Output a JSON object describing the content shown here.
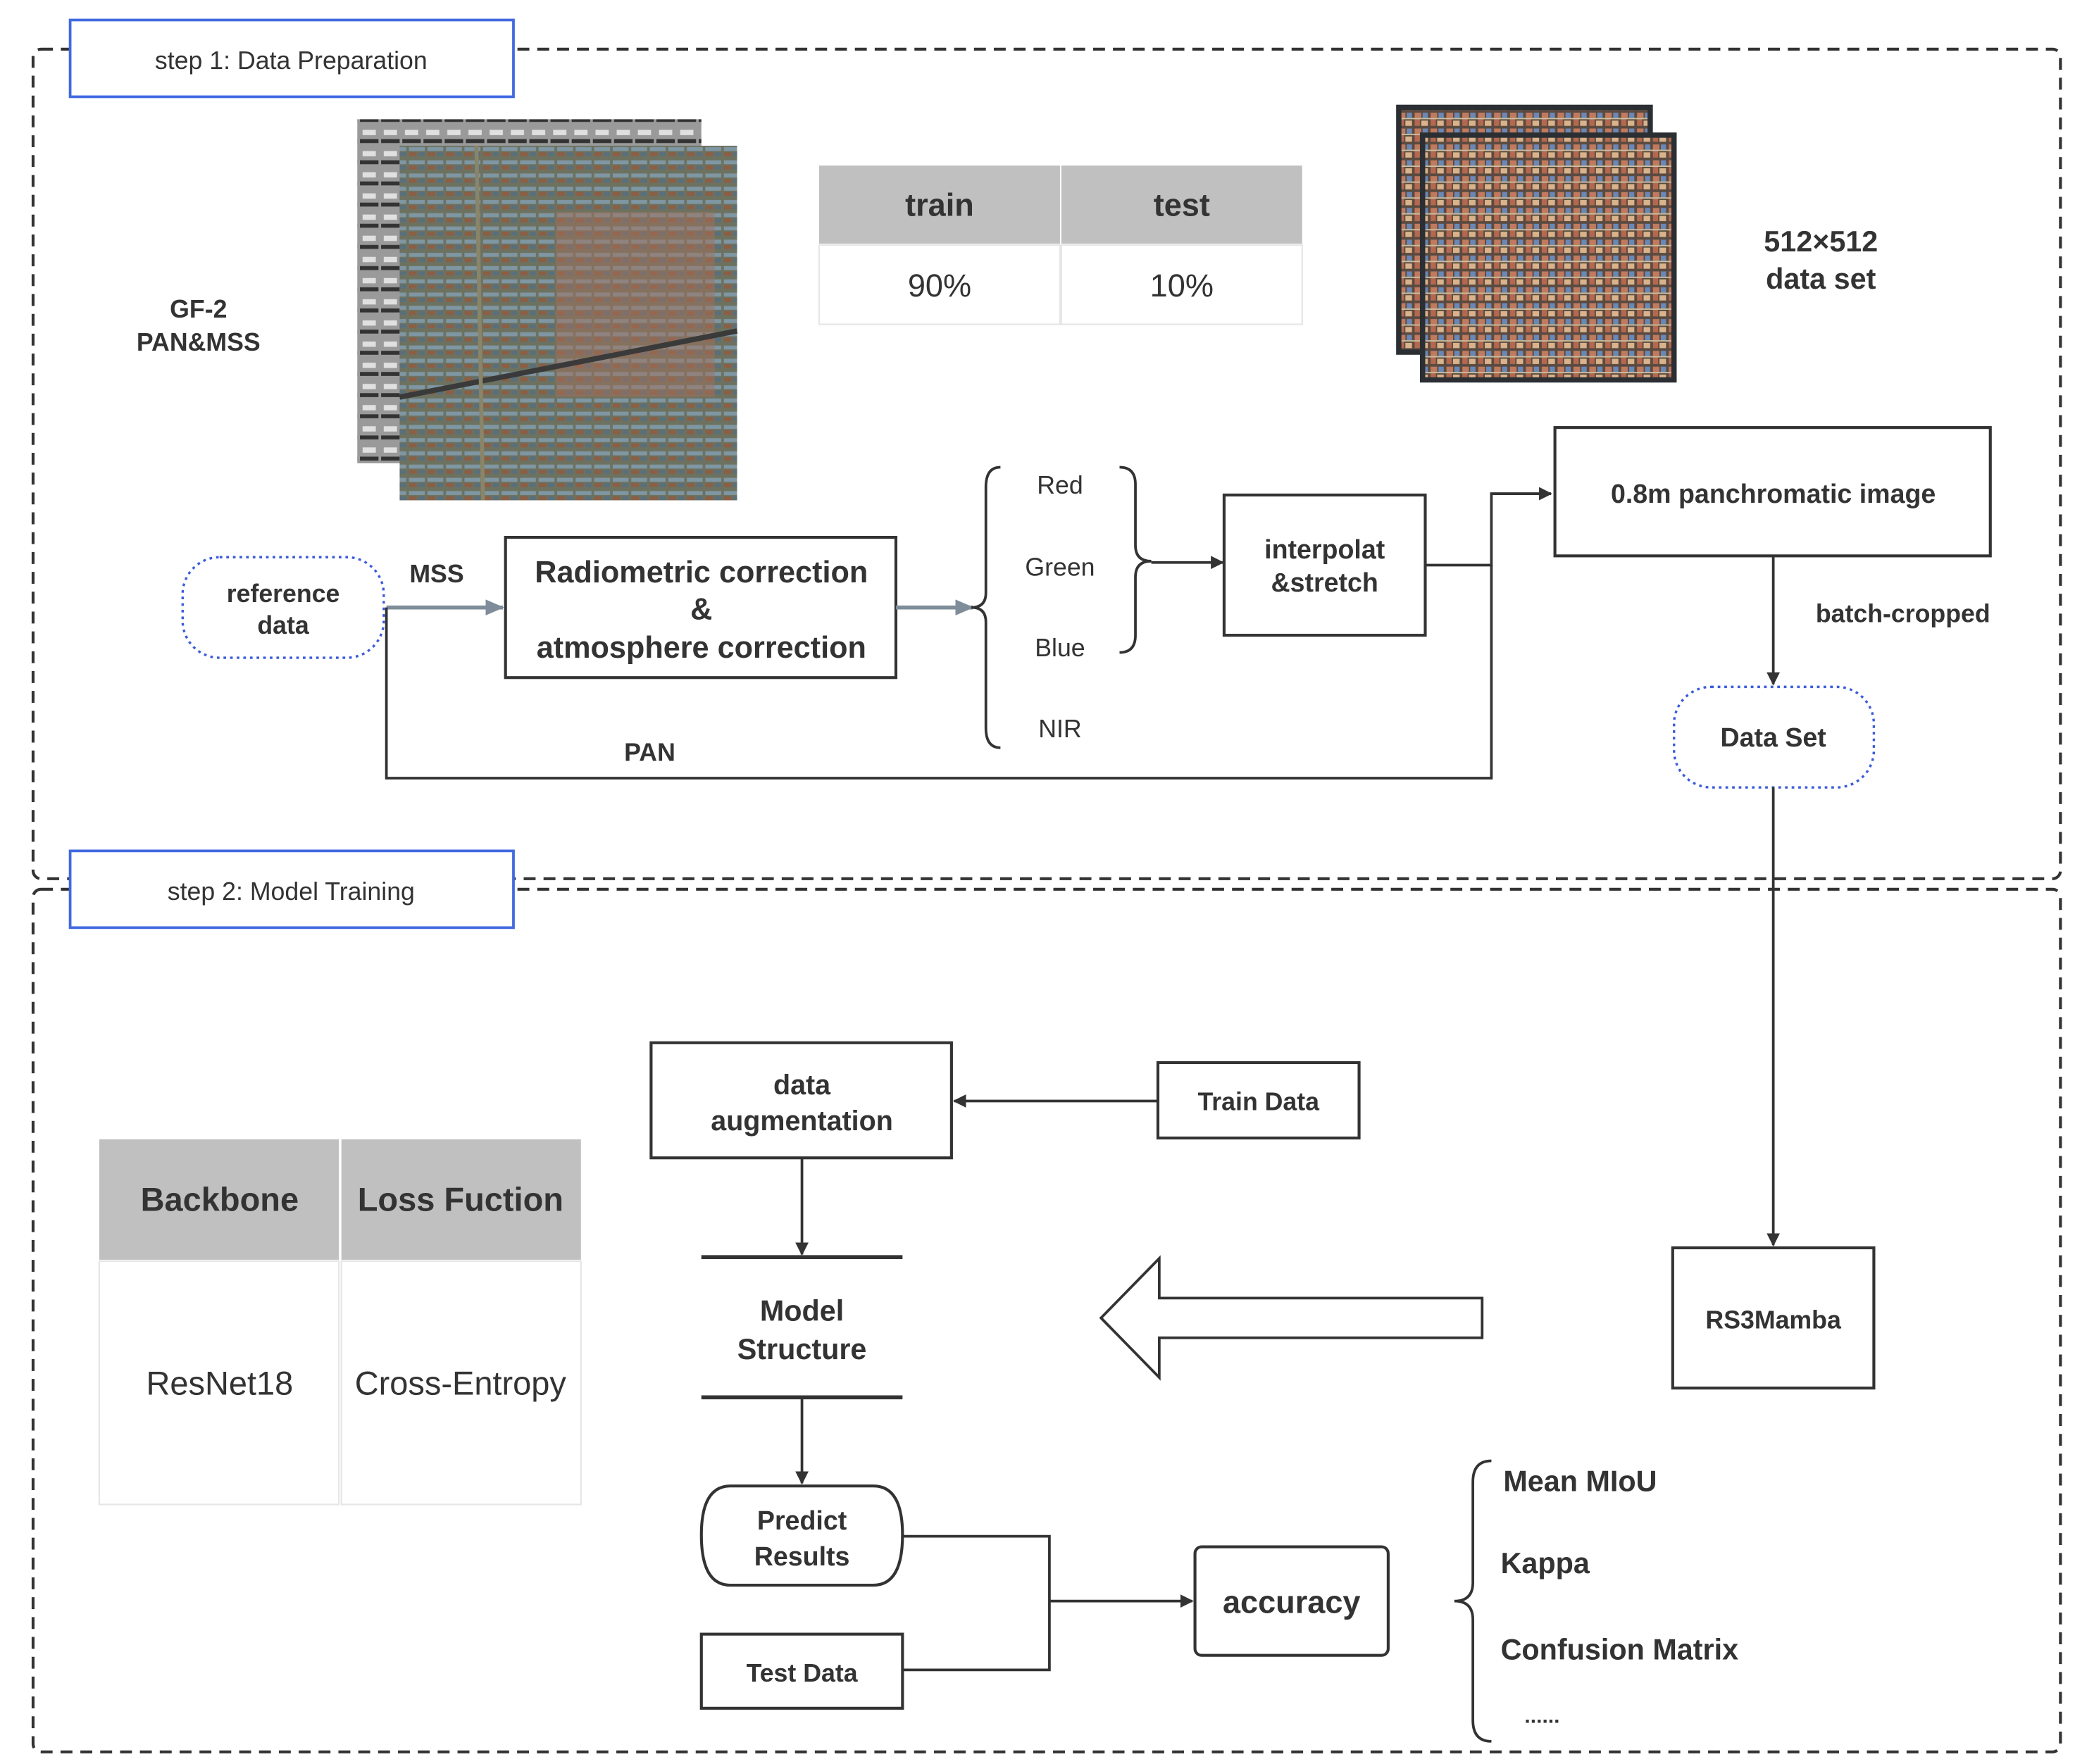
{
  "step1": {
    "label": "step 1: Data Preparation",
    "source_label_line1": "GF-2",
    "source_label_line2": "PAN&MSS",
    "split_table": {
      "headers": [
        "train",
        "test"
      ],
      "values": [
        "90%",
        "10%"
      ]
    },
    "dataset_label_line1": "512×512",
    "dataset_label_line2": "data set",
    "reference_data_line1": "reference",
    "reference_data_line2": "data",
    "mss_label": "MSS",
    "pan_label": "PAN",
    "correction_box_line1": "Radiometric correction",
    "correction_box_line2": "&",
    "correction_box_line3": "atmosphere correction",
    "bands": [
      "Red",
      "Green",
      "Blue",
      "NIR"
    ],
    "interp_box_line1": "interpolat",
    "interp_box_line2": "&stretch",
    "pan_image_box": "0.8m panchromatic image",
    "batch_label": "batch-cropped",
    "dataset_node": "Data Set"
  },
  "step2": {
    "label": "step 2: Model Training",
    "config_table": {
      "headers": [
        "Backbone",
        "Loss Fuction"
      ],
      "values": [
        "ResNet18",
        "Cross-Entropy"
      ]
    },
    "augmentation_line1": "data",
    "augmentation_line2": "augmentation",
    "train_data": "Train Data",
    "model_structure_line1": "Model",
    "model_structure_line2": "Structure",
    "model_name": "RS3Mamba",
    "predict_line1": "Predict",
    "predict_line2": "Results",
    "test_data": "Test Data",
    "accuracy": "accuracy",
    "metrics": [
      "Mean MIoU",
      "Kappa",
      "Confusion Matrix",
      "......"
    ]
  }
}
